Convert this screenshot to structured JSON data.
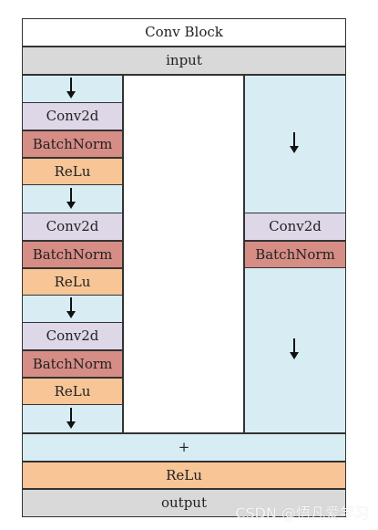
{
  "diagram": {
    "title": "Conv Block",
    "input_label": "input",
    "main_path": {
      "stage_1": {
        "conv_label": "Conv2d",
        "norm_label": "BatchNorm",
        "activation_label": "ReLu"
      },
      "stage_2": {
        "conv_label": "Conv2d",
        "norm_label": "BatchNorm",
        "activation_label": "ReLu"
      },
      "stage_3": {
        "conv_label": "Conv2d",
        "norm_label": "BatchNorm",
        "activation_label": "ReLu"
      }
    },
    "shortcut_path": {
      "conv_label": "Conv2d",
      "norm_label": "BatchNorm"
    },
    "merge_label": "+",
    "final_activation_label": "ReLu",
    "output_label": "output",
    "colors": {
      "outline": "#333333",
      "path_background": "#d7edf3",
      "input_output_background": "#d9d9d9",
      "conv_background": "#ddd7e8",
      "batchnorm_background": "#d58d86",
      "relu_background": "#f7c596"
    }
  },
  "watermark": "CSDN @悟凡爱学习",
  "icons": {
    "arrow": "down-arrow-icon"
  }
}
